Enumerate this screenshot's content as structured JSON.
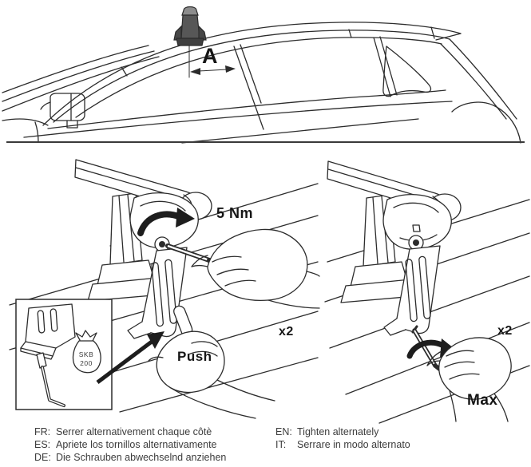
{
  "car_diagram": {
    "dimension_label": "A"
  },
  "left_step": {
    "torque_label": "5 Nm",
    "push_label": "Push",
    "repeat_label": "x2",
    "bag_label_line1": "SKB",
    "bag_label_line2": "200"
  },
  "right_step": {
    "repeat_label": "x2",
    "max_label": "Max"
  },
  "notes": {
    "left": [
      {
        "code": "FR:",
        "text": "Serrer alternativement chaque côtè"
      },
      {
        "code": "ES:",
        "text": "Apriete los tornillos alternativamente"
      },
      {
        "code": "DE:",
        "text": "Die Schrauben abwechselnd anziehen"
      }
    ],
    "right": [
      {
        "code": "EN:",
        "text": "Tighten alternately"
      },
      {
        "code": "IT:",
        "text": "Serrare in modo alternato"
      }
    ]
  },
  "colors": {
    "line": "#2c2c2c",
    "divider": "#3a3a3a",
    "foot_dark": "#474747",
    "foot_mid": "#575757",
    "foot_light": "#8d8d8d",
    "label_text": "#161616",
    "note_text": "#3c3c3c"
  }
}
